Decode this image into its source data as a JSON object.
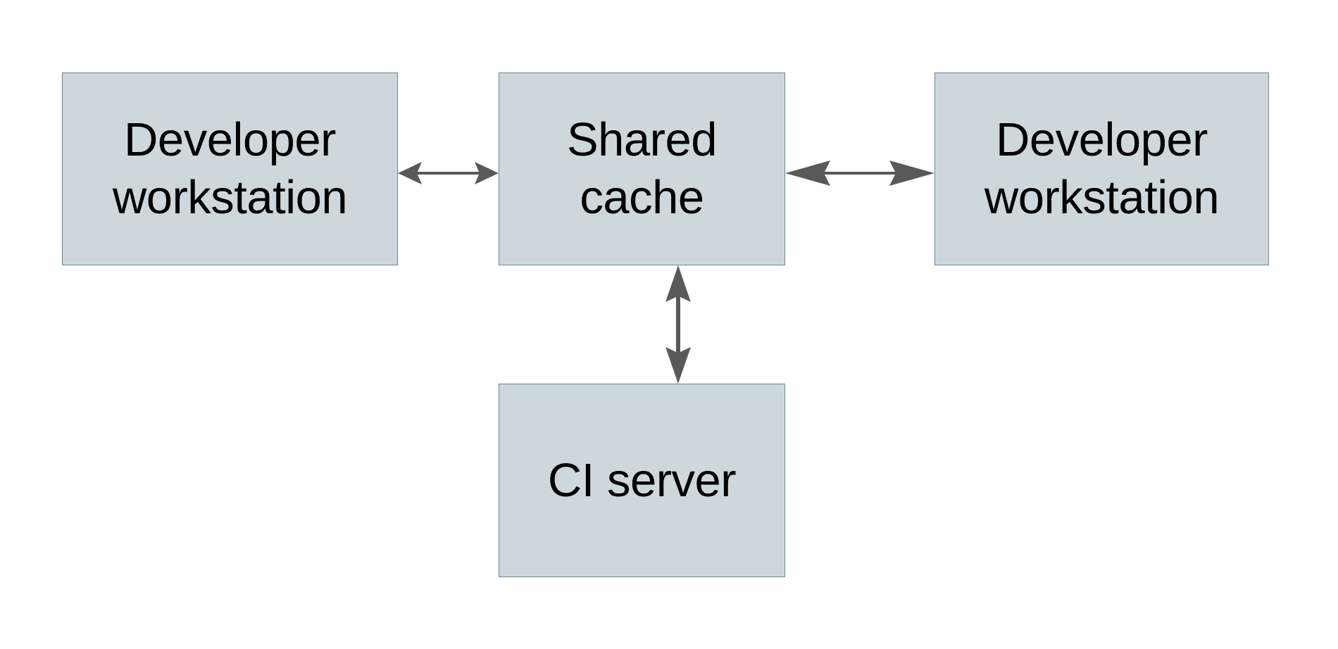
{
  "diagram": {
    "type": "block-diagram",
    "background_color": "#ffffff",
    "node_fill_color": "#ced8dc",
    "node_border_color": "#6b8594",
    "edge_color": "#595959",
    "text_color": "#000000",
    "nodes": [
      {
        "id": "dev-left",
        "label": "Developer\nworkstation",
        "shape": "rectangle"
      },
      {
        "id": "cache",
        "label": "Shared\ncache",
        "shape": "rectangle"
      },
      {
        "id": "dev-right",
        "label": "Developer\nworkstation",
        "shape": "rectangle"
      },
      {
        "id": "ci",
        "label": "CI server",
        "shape": "rectangle"
      }
    ],
    "edges": [
      {
        "id": "edge-left-cache",
        "from": "dev-left",
        "to": "cache",
        "direction": "bidirectional",
        "orientation": "horizontal",
        "label": ""
      },
      {
        "id": "edge-cache-right",
        "from": "cache",
        "to": "dev-right",
        "direction": "bidirectional",
        "orientation": "horizontal",
        "label": ""
      },
      {
        "id": "edge-cache-ci",
        "from": "cache",
        "to": "ci",
        "direction": "bidirectional",
        "orientation": "vertical",
        "label": ""
      }
    ]
  }
}
